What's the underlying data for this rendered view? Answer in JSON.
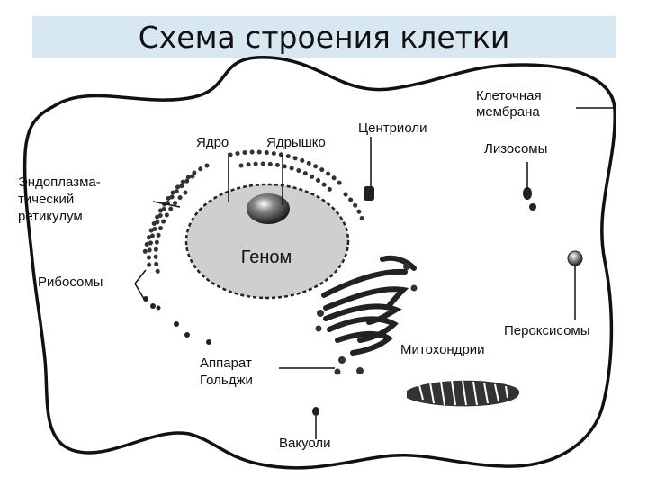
{
  "title": "Схема строения клетки",
  "labels": {
    "membrane_line1": "Клеточная",
    "membrane_line2": "мембрана",
    "centrioles": "Центриоли",
    "nucleus": "Ядро",
    "nucleolus": "Ядрышко",
    "lysosomes": "Лизосомы",
    "er_line1": "Эндоплазма-",
    "er_line2": "тический",
    "er_line3": "ретикулум",
    "genome": "Геном",
    "ribosomes": "Рибосомы",
    "peroxisomes": "Пероксисомы",
    "mitochondria": "Митохондрии",
    "golgi_line1": "Аппарат",
    "golgi_line2": "Гольджи",
    "vacuoles": "Вакуоли"
  },
  "colors": {
    "title_background": "#d8e8f3",
    "nucleus_fill": "#cfcfcf",
    "outline": "#111111"
  }
}
